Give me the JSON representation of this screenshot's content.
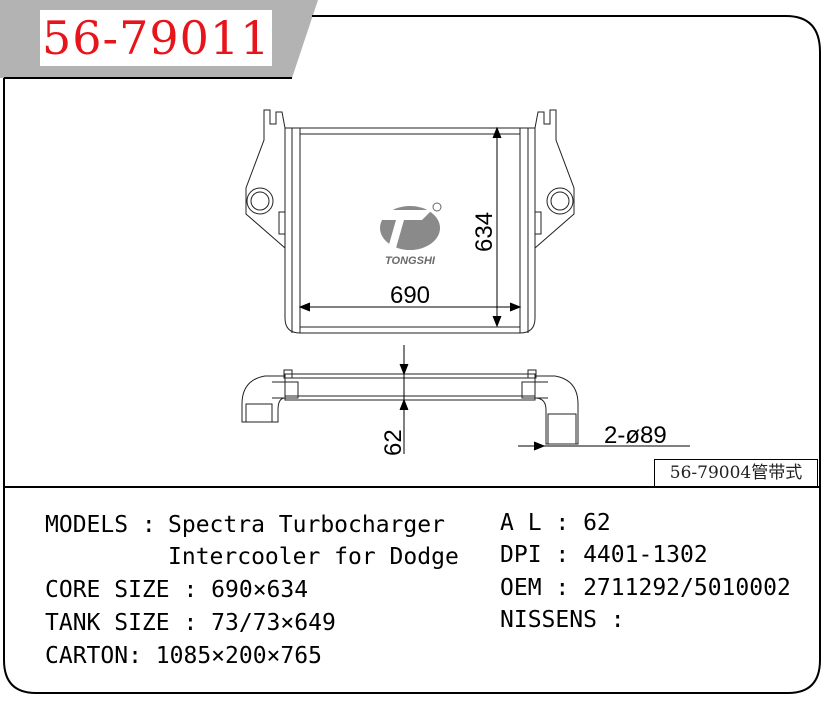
{
  "part_number": "56-79011",
  "model_reference": "56-79004管带式",
  "drawing": {
    "logo_text": "TONGSHI",
    "logo_mark": "registered-mark",
    "width_label": "690",
    "height_label": "634",
    "depth_label": "62",
    "pipe_label": "2-ø89"
  },
  "specs": {
    "models_label": "MODELS : ",
    "models_value_line1": "Spectra Turbocharger",
    "models_value_line2": "Intercooler for Dodge",
    "core_size": "CORE SIZE : 690×634",
    "tank_size": "TANK SIZE : 73/73×649",
    "carton": "CARTON: 1085×200×765",
    "al": "A L : 62",
    "dpi": "DPI : 4401-1302",
    "oem": "OEM : 2711292/5010002",
    "nissens": "NISSENS :"
  },
  "colors": {
    "part_number_red": "#e8141b",
    "header_grey": "#b3b3b3",
    "logo_grey": "#7a7a7a"
  }
}
